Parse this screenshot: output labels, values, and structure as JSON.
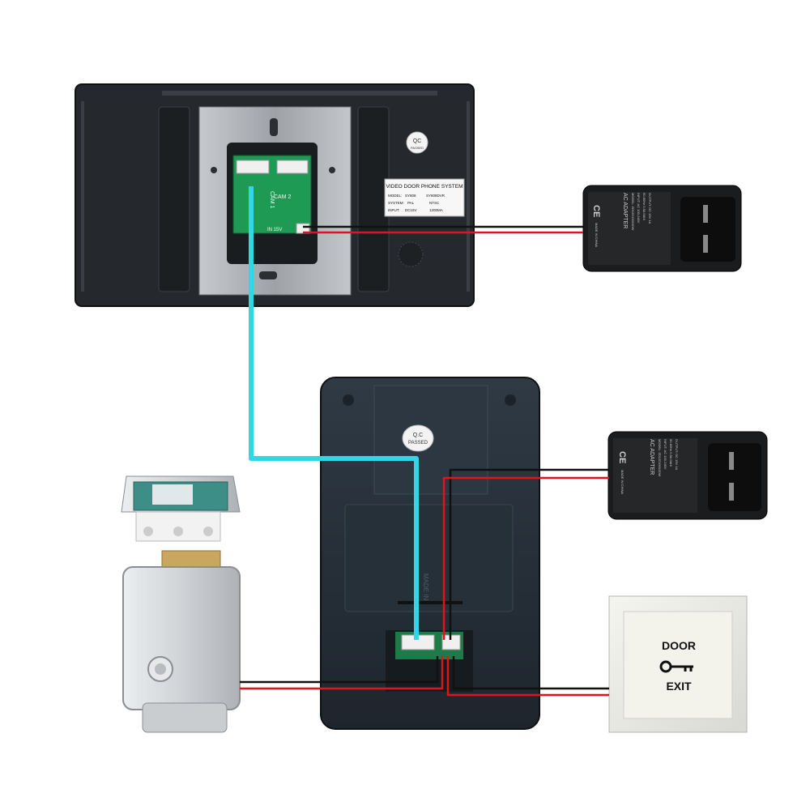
{
  "monitor": {
    "label_title": "VIDEO DOOR PHONE SYSTEM",
    "label_model_key": "MODEL:",
    "label_model_value": "SY808",
    "label_model_alt": "SY808DVR",
    "label_system_key": "SYSTEM:",
    "label_system_pal": "PAL",
    "label_system_ntsc": "NTSC",
    "label_input_key": "INPUT:",
    "label_input_value": "DC15V",
    "label_input_current": "1200MA",
    "qc_badge": "QC",
    "qc_badge_sub": "PASSED",
    "port_cam1": "CAM 1",
    "port_cam2": "CAM 2",
    "port_power": "IN 15V"
  },
  "adapter_top": {
    "title": "AC ADAPTER",
    "model": "MODEL: ZD12D150100W",
    "input": "INPUT: AC 100-240V",
    "freq": "50-60Hz 0.5A MAX",
    "output": "OUTPUT: DC 15V 1A",
    "origin": "MADE IN CHINA",
    "ce": "CE"
  },
  "adapter_bottom": {
    "title": "AC ADAPTER",
    "model": "MODEL: ZD12D150100W",
    "input": "INPUT: AC 100-240V",
    "freq": "50-60Hz 0.5A MAX",
    "output": "OUTPUT: DC 15V 1A",
    "origin": "MADE IN CHINA",
    "ce": "CE"
  },
  "door_station": {
    "qc_badge": "Q.C",
    "qc_badge_sub": "PASSED",
    "engraved": "MADE IN"
  },
  "exit_button": {
    "line1": "DOOR",
    "line2": "EXIT"
  },
  "colors": {
    "video_cable": "#33d6e6",
    "power_positive": "#e0141b",
    "power_negative": "#111111",
    "device_dark": "#2b2f36",
    "plate_metal": "#a8acb1",
    "pcb_green": "#1f9a55"
  }
}
